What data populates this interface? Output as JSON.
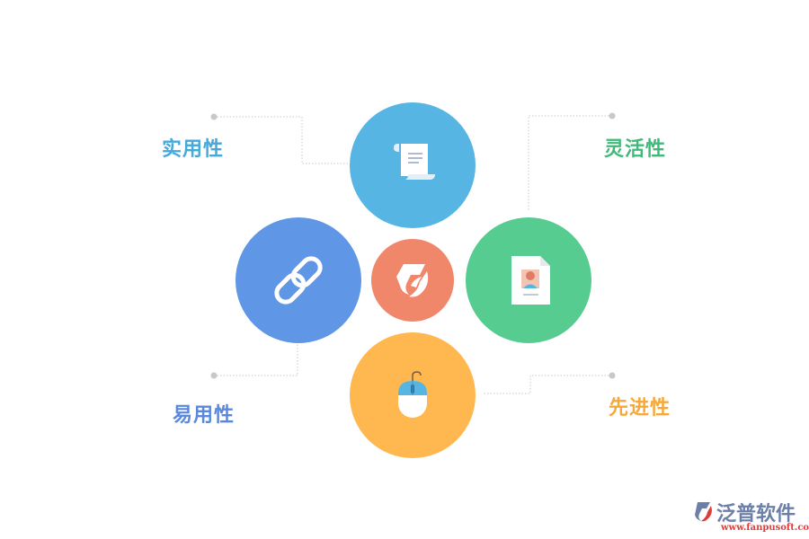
{
  "labels": {
    "top_left": "实用性",
    "top_right": "灵活性",
    "bottom_left": "易用性",
    "bottom_right": "先进性"
  },
  "colors": {
    "top": "#56b5e3",
    "right": "#56cc91",
    "left": "#5f96e6",
    "bottom": "#ffb84f",
    "center": "#f0876a",
    "label_top_left": "#45a9db",
    "label_top_right": "#3fba7a",
    "label_bottom_left": "#5a88dc",
    "label_bottom_right": "#f5a93a",
    "connector": "#c8c8c8"
  },
  "icons": {
    "top": "scroll-icon",
    "right": "profile-document-icon",
    "left": "link-chain-icon",
    "bottom": "mouse-icon",
    "center": "brand-logo-icon"
  },
  "logo": {
    "name": "泛普软件",
    "url": "www.fanpusoft.com"
  }
}
